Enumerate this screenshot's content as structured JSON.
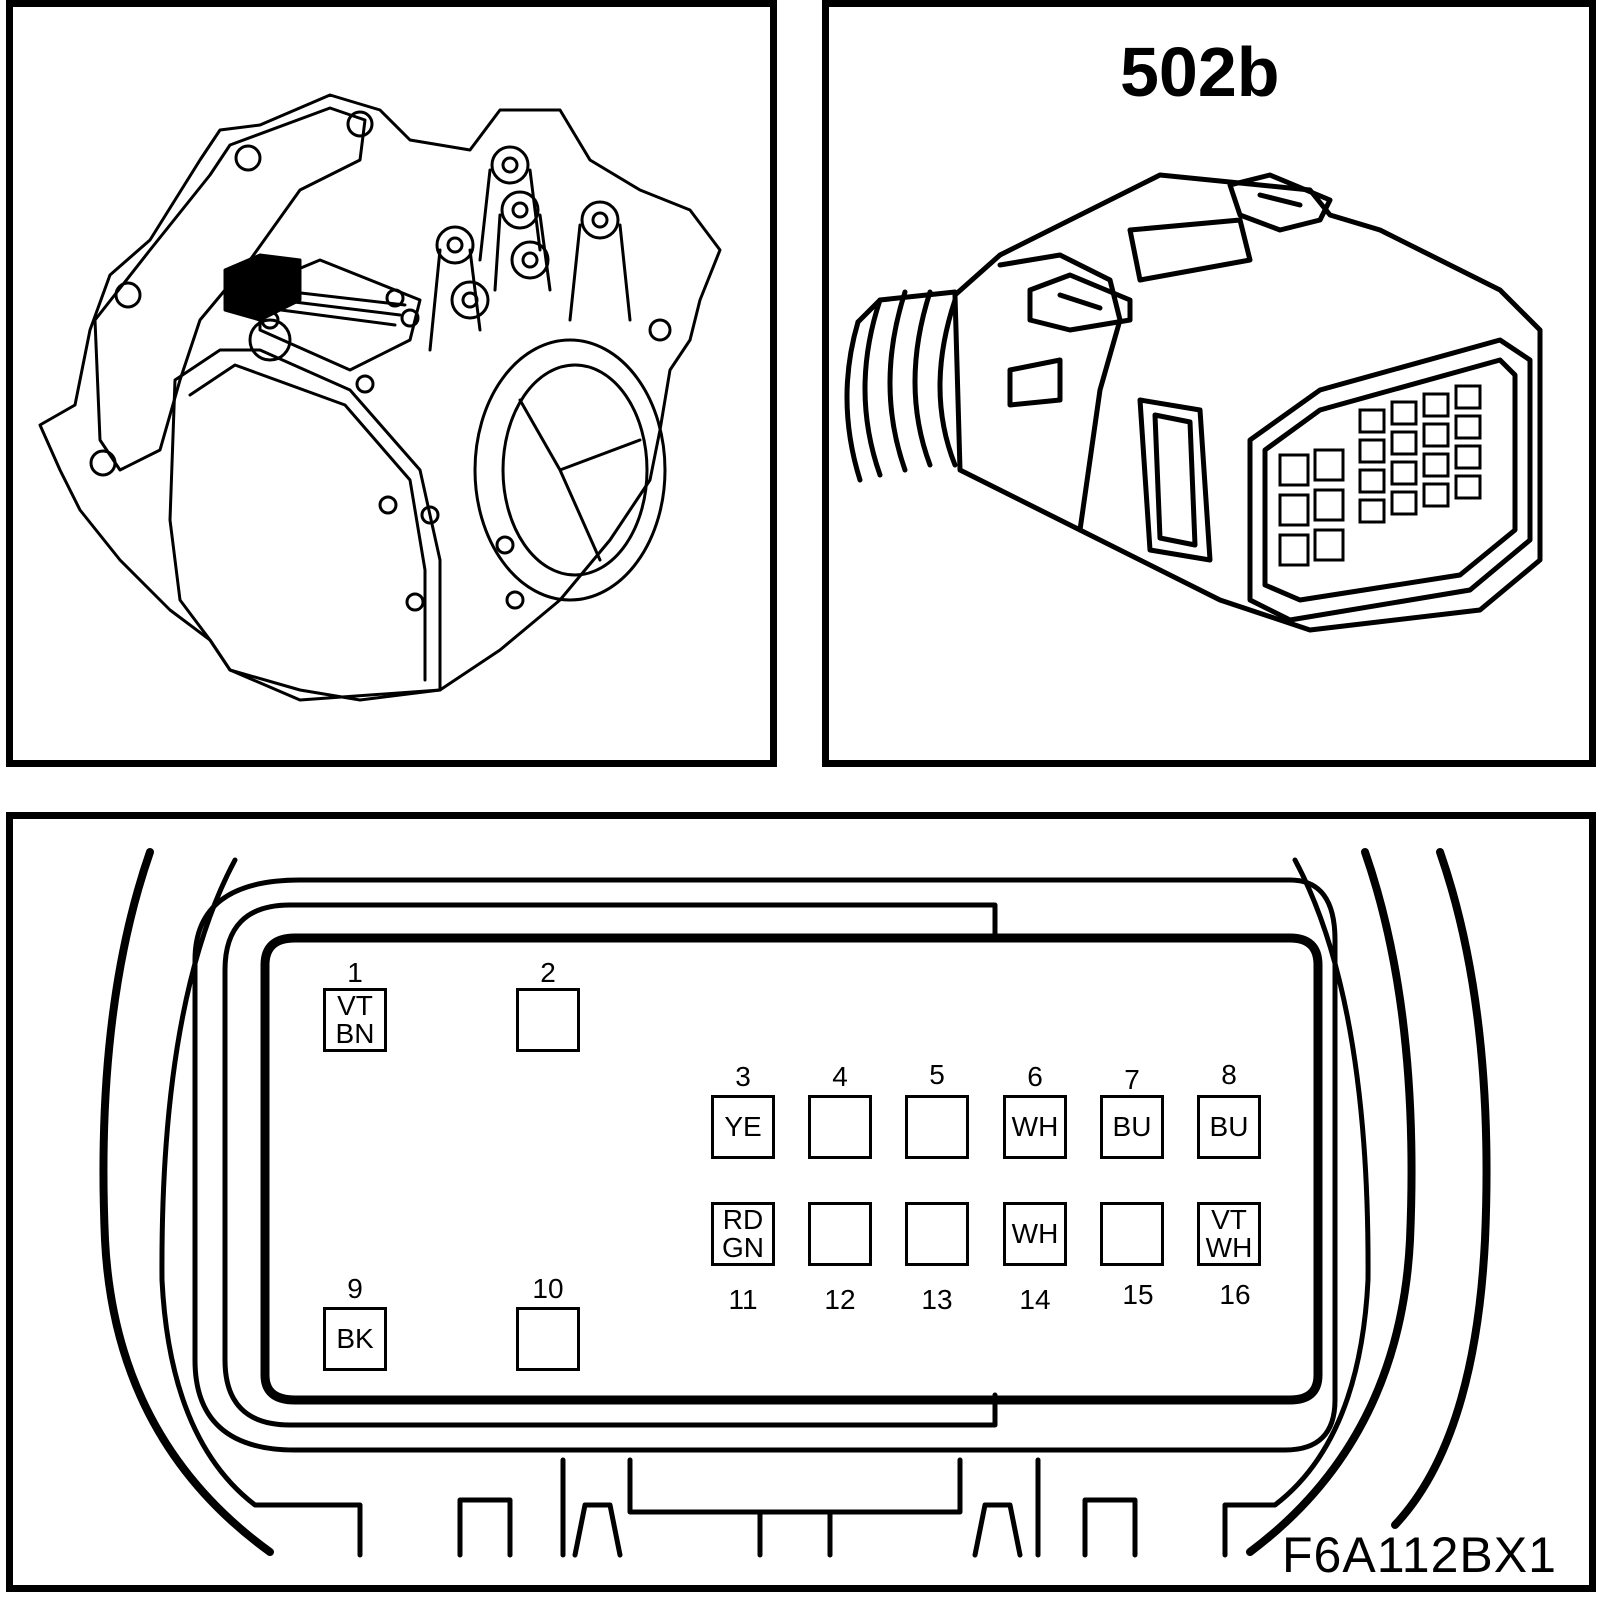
{
  "connector": {
    "label": "502b"
  },
  "figure": {
    "code": "F6A112BX1"
  },
  "pins": [
    {
      "num": "1",
      "colors": [
        "VT",
        "BN"
      ]
    },
    {
      "num": "2",
      "colors": []
    },
    {
      "num": "3",
      "colors": [
        "YE"
      ]
    },
    {
      "num": "4",
      "colors": []
    },
    {
      "num": "5",
      "colors": []
    },
    {
      "num": "6",
      "colors": [
        "WH"
      ]
    },
    {
      "num": "7",
      "colors": [
        "BU"
      ]
    },
    {
      "num": "8",
      "colors": [
        "BU"
      ]
    },
    {
      "num": "9",
      "colors": [
        "BK"
      ]
    },
    {
      "num": "10",
      "colors": []
    },
    {
      "num": "11",
      "colors": [
        "RD",
        "GN"
      ]
    },
    {
      "num": "12",
      "colors": []
    },
    {
      "num": "13",
      "colors": []
    },
    {
      "num": "14",
      "colors": [
        "WH"
      ]
    },
    {
      "num": "15",
      "colors": []
    },
    {
      "num": "16",
      "colors": [
        "VT",
        "WH"
      ]
    }
  ]
}
